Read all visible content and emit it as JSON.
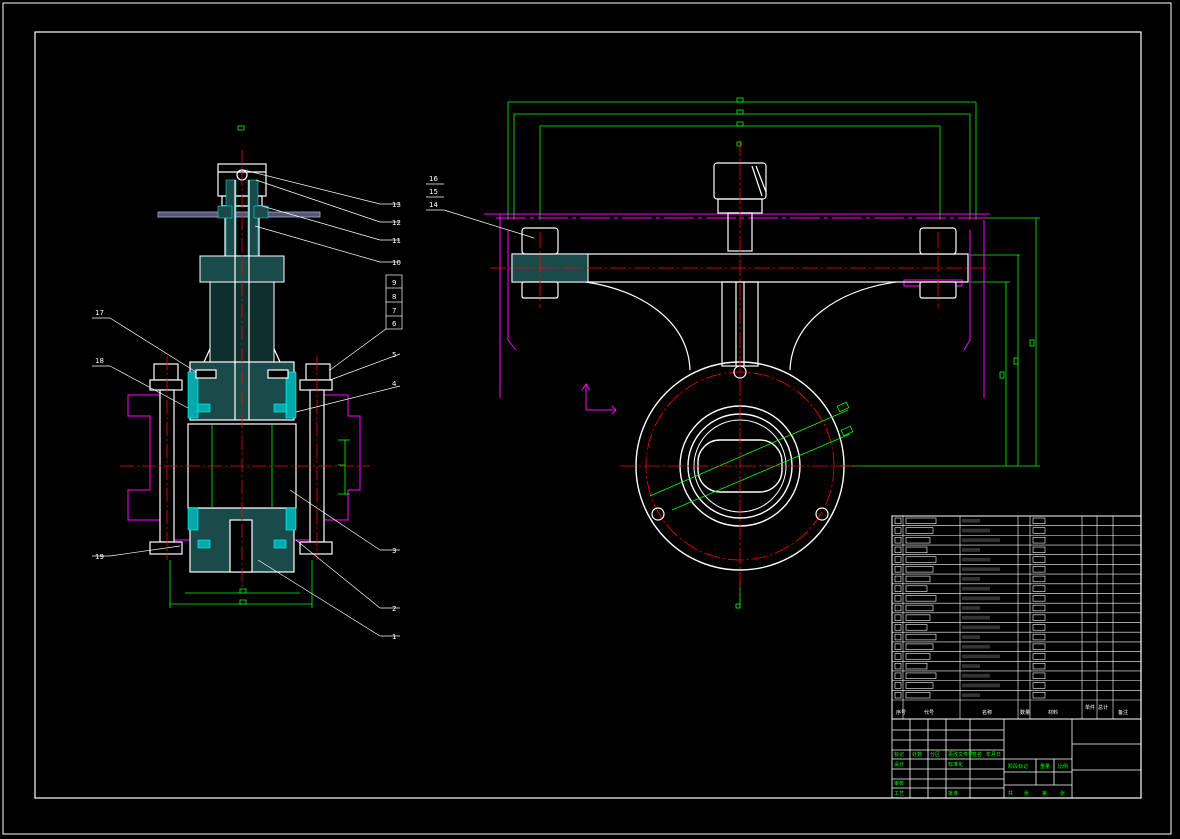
{
  "drawing": {
    "colors": {
      "background": "#000000",
      "outline": "#ffffff",
      "centerline": "#ff0000",
      "dimension": "#00ff00",
      "hatch": "#00ffff",
      "hidden": "#ff00ff",
      "cover": "#7777aa"
    },
    "section_view_callouts": [
      "1",
      "2",
      "3",
      "4",
      "5",
      "6",
      "7",
      "8",
      "9",
      "10",
      "11",
      "12",
      "13",
      "17",
      "18",
      "19"
    ],
    "front_view_callouts": [
      "16",
      "15",
      "14"
    ],
    "title_block": {
      "bom_row_count": 19,
      "header_labels": [
        "序号",
        "代号",
        "名称",
        "数量",
        "材料",
        "单件",
        "总计",
        "备注"
      ],
      "sign_labels": [
        "标记",
        "处数",
        "分区",
        "更改文件号",
        "签名",
        "年月日"
      ],
      "approve_labels": [
        "设计",
        "标准化",
        "阶段标记",
        "重量",
        "比例"
      ],
      "review_labels": [
        "审核",
        "工艺",
        "批准",
        "共",
        "张",
        "第",
        "张"
      ]
    }
  }
}
